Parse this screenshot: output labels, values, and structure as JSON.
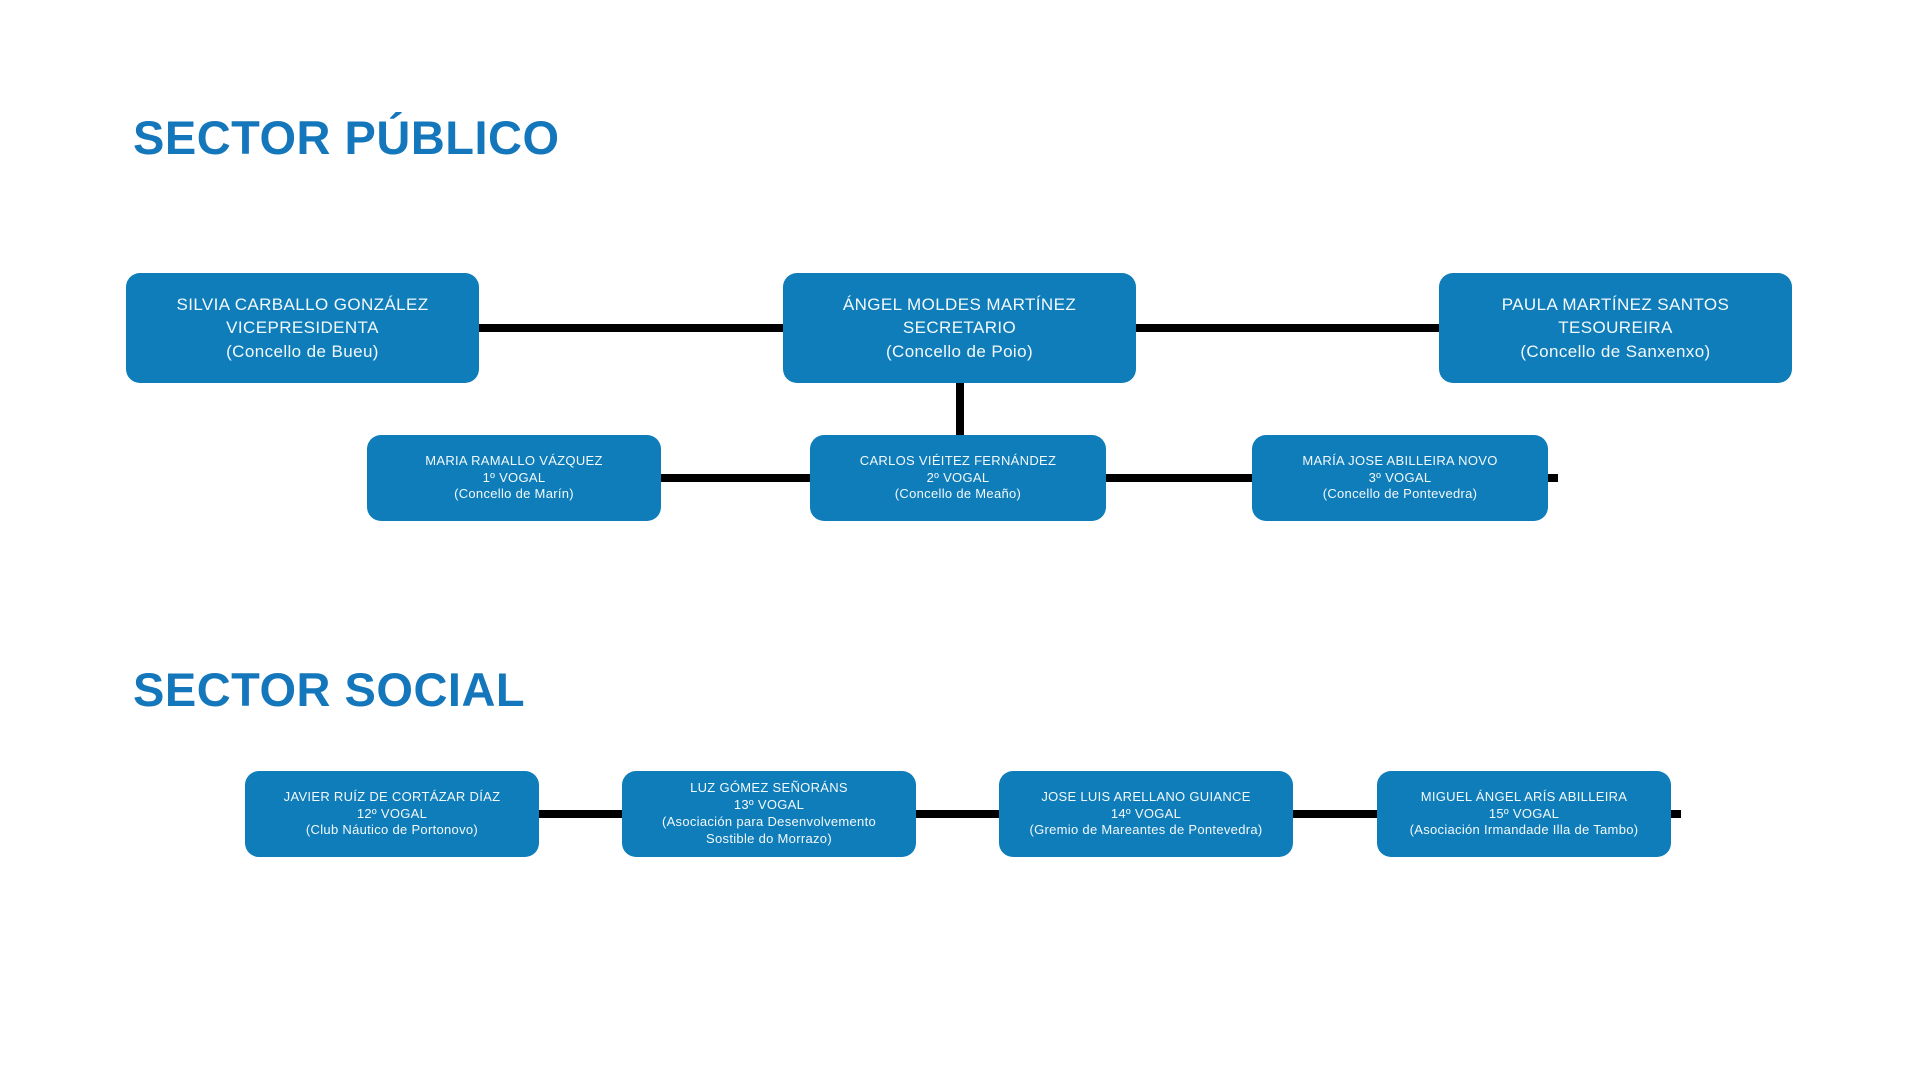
{
  "colors": {
    "box_fill": "#0E7DB9",
    "box_text": "#F3F9FC",
    "title_blue": "#1577BB",
    "connector_black": "#000000",
    "background": "#FFFFFF"
  },
  "sections": [
    {
      "title": "SECTOR PÚBLICO",
      "nodes": [
        {
          "name": "SILVIA CARBALLO GONZÁLEZ",
          "role": "VICEPRESIDENTA",
          "org": "(Concello de Bueu)"
        },
        {
          "name": "ÁNGEL MOLDES MARTÍNEZ",
          "role": "SECRETARIO",
          "org": "(Concello de Poio)"
        },
        {
          "name": "PAULA MARTÍNEZ SANTOS",
          "role": "TESOUREIRA",
          "org": "(Concello de Sanxenxo)"
        },
        {
          "name": "MARIA RAMALLO VÁZQUEZ",
          "role": "1º VOGAL",
          "org": "(Concello de Marín)"
        },
        {
          "name": "CARLOS VIÉITEZ FERNÁNDEZ",
          "role": "2º VOGAL",
          "org": "(Concello de Meaño)"
        },
        {
          "name": "MARÍA JOSE ABILLEIRA NOVO",
          "role": "3º VOGAL",
          "org": "(Concello de Pontevedra)"
        }
      ]
    },
    {
      "title": "SECTOR SOCIAL",
      "nodes": [
        {
          "name": "JAVIER RUÍZ DE CORTÁZAR DÍAZ",
          "role": "12º VOGAL",
          "org": "(Club Náutico de Portonovo)"
        },
        {
          "name": "LUZ GÓMEZ SEÑORÁNS",
          "role": "13º VOGAL",
          "org": "(Asociación para Desenvolvemento Sostible do Morrazo)"
        },
        {
          "name": "JOSE LUIS ARELLANO GUIANCE",
          "role": "14º VOGAL",
          "org": "(Gremio de Mareantes de Pontevedra)"
        },
        {
          "name": "MIGUEL ÁNGEL ARÍS ABILLEIRA",
          "role": "15º VOGAL",
          "org": "(Asociación Irmandade Illa de Tambo)"
        }
      ]
    }
  ]
}
